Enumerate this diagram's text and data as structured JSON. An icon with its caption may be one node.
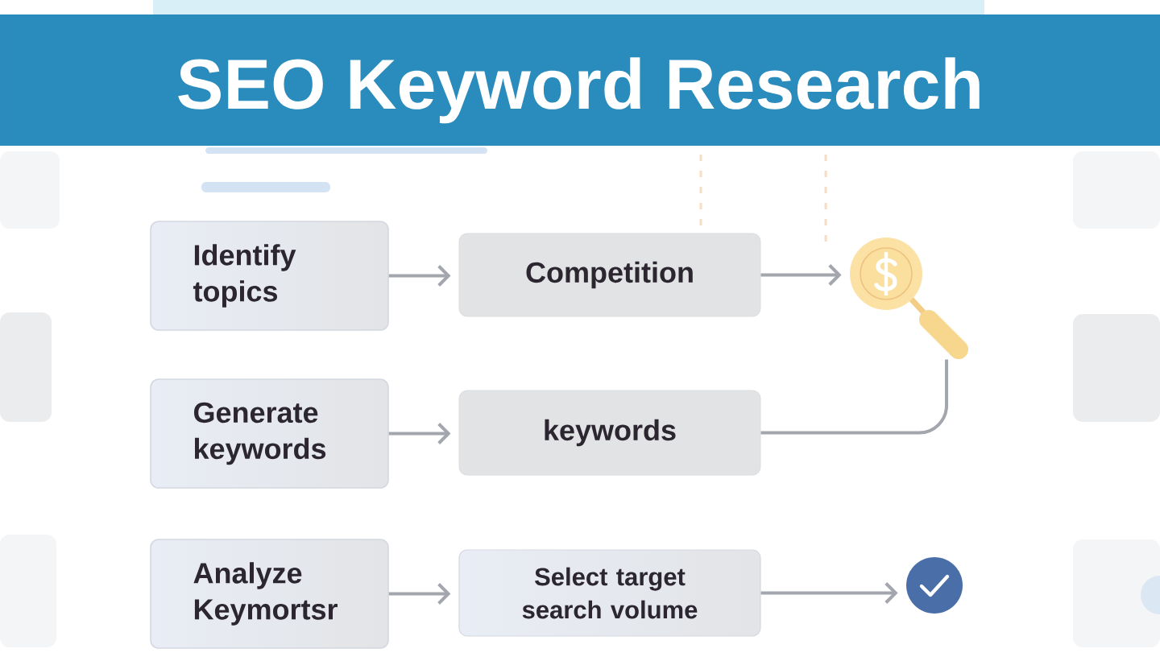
{
  "diagram": {
    "title": "SEO Keyword Research",
    "nodes": [
      {
        "text": [],
        "shape": "box"
      },
      {
        "text": [],
        "shape": "box"
      },
      {
        "text": [
          "Identify topics"
        ]
      },
      {
        "text": [
          "Competition"
        ]
      },
      {
        "text": [],
        "shape": "picture"
      },
      {
        "text": [],
        "shape": "box"
      },
      {
        "text": [],
        "shape": "box"
      },
      {
        "text": [
          "Generate keywords"
        ]
      },
      {
        "text": [
          "keywords"
        ]
      },
      {
        "text": [],
        "shape": "box"
      },
      {
        "text": [
          "Analyze Keymortsr"
        ]
      },
      {
        "text": [
          "Select target search volume"
        ]
      },
      {
        "text": [],
        "shape": "circle"
      },
      {
        "text": [],
        "shape": "box"
      }
    ],
    "edges": [
      {
        "from": 2,
        "to": 3,
        "arrow": "to"
      },
      {
        "from": 3,
        "to": 4,
        "arrow": "to"
      },
      {
        "from": 7,
        "to": 8,
        "arrow": "to"
      },
      {
        "from": 8,
        "to": 4,
        "arrow": "none"
      },
      {
        "from": 10,
        "to": 11,
        "arrow": "to"
      },
      {
        "from": 11,
        "to": 12,
        "arrow": "to"
      }
    ]
  }
}
